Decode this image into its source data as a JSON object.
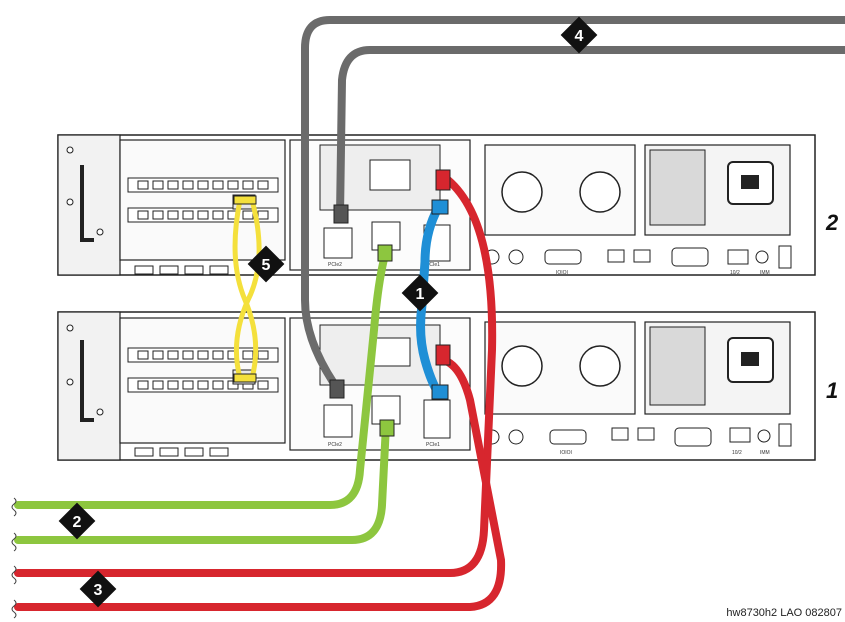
{
  "servers": [
    {
      "label": "2"
    },
    {
      "label": "1"
    }
  ],
  "callouts": [
    {
      "number": "1",
      "cable": "blue"
    },
    {
      "number": "2",
      "cable": "green"
    },
    {
      "number": "3",
      "cable": "red"
    },
    {
      "number": "4",
      "cable": "gray"
    },
    {
      "number": "5",
      "cable": "yellow"
    }
  ],
  "cable_colors": {
    "gray": "#6b6b6b",
    "green": "#8dc63f",
    "red": "#d7262e",
    "blue": "#1f8fd6",
    "yellow": "#f4e03c"
  },
  "port_labels": {
    "pcie2": "PCIe2",
    "pcie1": "PCIe1",
    "com1": "IOIOI",
    "eth1": "10/2",
    "eth2": "IMM"
  },
  "footer": "hw8730h2 LAO 082807"
}
